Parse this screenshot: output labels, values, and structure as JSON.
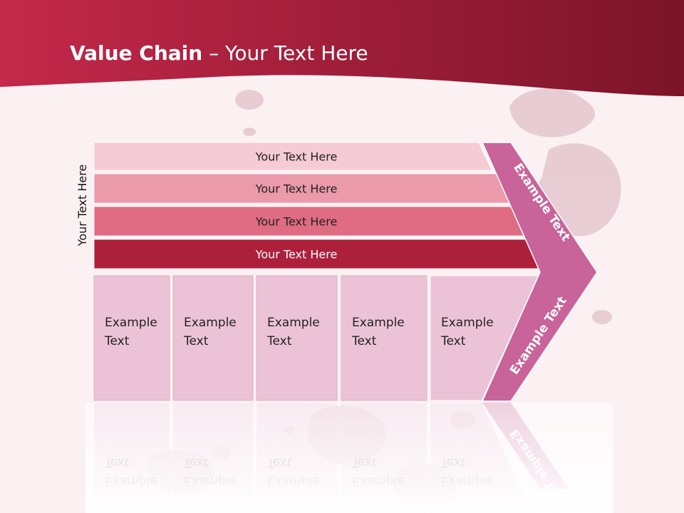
{
  "slide": {
    "title_bold": "Value Chain",
    "title_rest": " – Your Text Here",
    "side_label": "Your Text Here"
  },
  "rows": [
    {
      "label": "Your Text Here",
      "color": "#f5cbd5"
    },
    {
      "label": "Your Text Here",
      "color": "#ea9aaa"
    },
    {
      "label": "Your Text Here",
      "color": "#df6c83"
    },
    {
      "label": "Your Text Here",
      "color": "#ad203c"
    }
  ],
  "boxes": [
    {
      "line1": "Example",
      "line2": "Text"
    },
    {
      "line1": "Example",
      "line2": "Text"
    },
    {
      "line1": "Example",
      "line2": "Text"
    },
    {
      "line1": "Example",
      "line2": "Text"
    },
    {
      "line1": "Example",
      "line2": "Text"
    }
  ],
  "chevron": {
    "top_label": "Example Text",
    "bottom_label": "Example Text"
  },
  "colors": {
    "header_dark": "#7b1428",
    "header_light": "#c4284a",
    "box_fill": "#ecc3d6",
    "chevron_fill": "#c8649a",
    "background": "#fbf1f3"
  }
}
